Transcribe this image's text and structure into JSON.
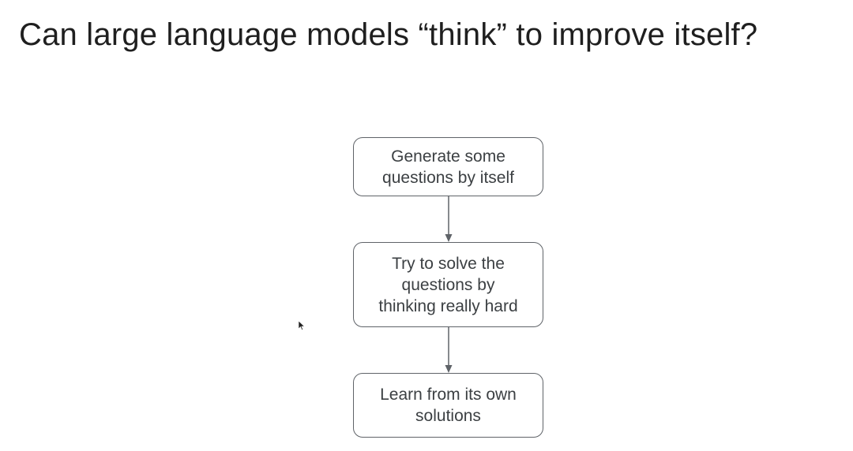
{
  "slide": {
    "title": "Can large language models “think” to improve itself?"
  },
  "flow": {
    "steps": [
      {
        "label": "Generate some\nquestions by itself"
      },
      {
        "label": "Try to solve the\nquestions by\nthinking really hard"
      },
      {
        "label": "Learn from its own\nsolutions"
      }
    ]
  },
  "colors": {
    "text": "#1f1f1f",
    "box_border": "#5f6368",
    "box_text": "#3c4043",
    "arrow": "#5f6368"
  },
  "icons": {
    "cursor": "mouse-pointer-icon"
  }
}
